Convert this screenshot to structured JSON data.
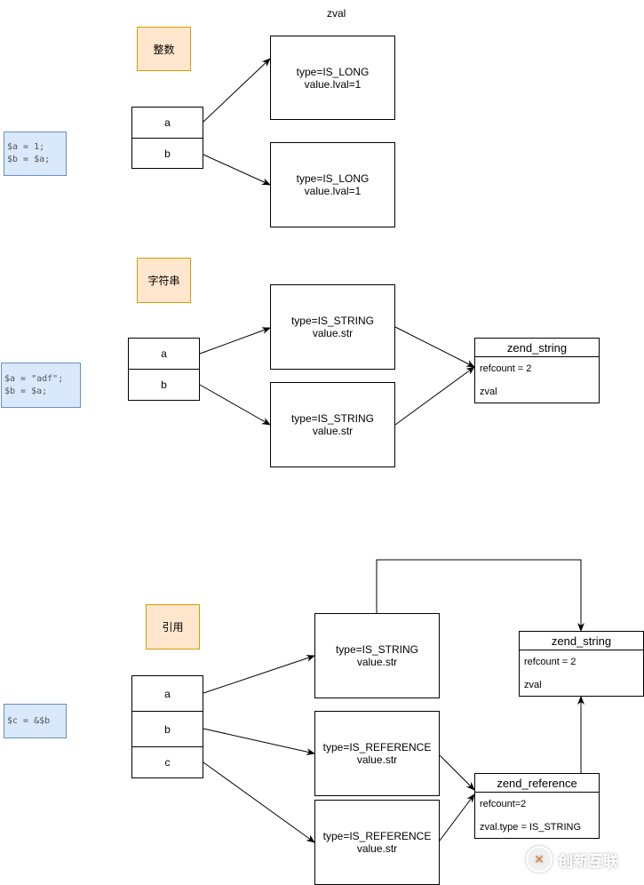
{
  "title": "zval",
  "section1": {
    "label": "整数",
    "code": [
      "$a = 1;",
      "$b = $a;"
    ],
    "vars": [
      "a",
      "b"
    ],
    "zvals": [
      {
        "line1": "type=IS_LONG",
        "line2": "value.lval=1"
      },
      {
        "line1": "type=IS_LONG",
        "line2": "value.lval=1"
      }
    ]
  },
  "section2": {
    "label": "字符串",
    "code": [
      "$a = \"adf\";",
      "$b = $a;"
    ],
    "vars": [
      "a",
      "b"
    ],
    "zvals": [
      {
        "line1": "type=IS_STRING",
        "line2": "value.str"
      },
      {
        "line1": "type=IS_STRING",
        "line2": "value.str"
      }
    ],
    "zend_string": {
      "header": "zend_string",
      "rows": [
        "refcount = 2",
        "zval"
      ]
    }
  },
  "section3": {
    "label": "引用",
    "code": [
      "$c = &$b"
    ],
    "vars": [
      "a",
      "b",
      "c"
    ],
    "zvals": [
      {
        "line1": "type=IS_STRING",
        "line2": "value.str"
      },
      {
        "line1": "type=IS_REFERENCE",
        "line2": "value.str"
      },
      {
        "line1": "type=IS_REFERENCE",
        "line2": "value.str"
      }
    ],
    "zend_string": {
      "header": "zend_string",
      "rows": [
        "refcount = 2",
        "zval"
      ]
    },
    "zend_reference": {
      "header": "zend_reference",
      "rows": [
        "refcount=2",
        "zval.type = IS_STRING"
      ]
    }
  },
  "watermark": {
    "text": "创新互联",
    "icon": "logo-icon"
  },
  "colors": {
    "label_fill": "#ffe6cc",
    "label_border": "#d79b00",
    "code_fill": "#dae8fc",
    "code_border": "#6c8ebf"
  }
}
